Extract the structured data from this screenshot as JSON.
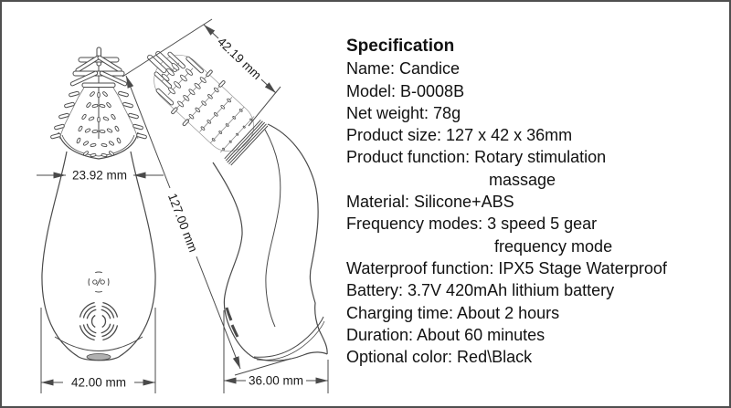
{
  "image_type": "product specification drawing sheet",
  "colors": {
    "background": "#ffffff",
    "border": "#4f4f4f",
    "drawing_line": "#4a4a4a",
    "text": "#111111"
  },
  "specification": {
    "title": "Specification",
    "lines": [
      "Name: Candice",
      "Model: B-0008B",
      "Net weight: 78g",
      "Product size: 127 x 42 x 36mm",
      "Product function: Rotary stimulation",
      "massage",
      "Material: Silicone+ABS",
      "Frequency modes: 3 speed 5 gear",
      "frequency mode",
      "Waterproof function: IPX5 Stage Waterproof",
      "Battery: 3.7V 420mAh lithium battery",
      "Charging time: About 2 hours",
      "Duration: About 60 minutes",
      "Optional color: Red\\Black"
    ]
  },
  "dimensions": {
    "head_tip_width": "23.92 mm",
    "head_length": "42.19 mm",
    "total_length": "127.00 mm",
    "body_width": "42.00 mm",
    "body_depth": "36.00 mm"
  }
}
